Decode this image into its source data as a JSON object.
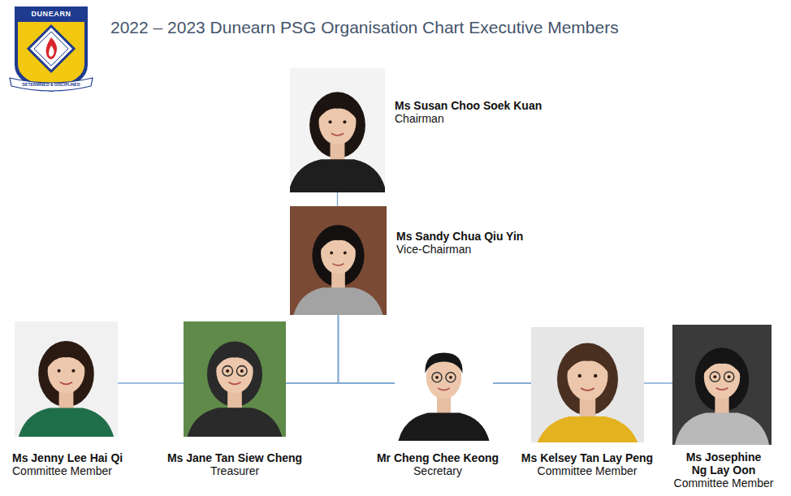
{
  "diagram": {
    "title": "2022 – 2023 Dunearn PSG Organisation Chart Executive Members",
    "nodes": [
      {
        "text": [
          "Ms Susan Choo Soek Kuan",
          "Chairman"
        ]
      },
      {
        "text": [
          "Ms Sandy Chua Qiu Yin",
          "Vice-Chairman"
        ]
      },
      {
        "text": [
          "Ms Jenny Lee Hai Qi",
          "Committee Member"
        ]
      },
      {
        "text": [
          "Ms Jane Tan Siew Cheng",
          "Treasurer"
        ]
      },
      {
        "text": [
          "Mr Cheng Chee Keong",
          "Secretary"
        ]
      },
      {
        "text": [
          "Ms Kelsey Tan Lay Peng",
          "Committee Member"
        ]
      },
      {
        "text": [
          "Ms Josephine Ng Lay Oon",
          "Committee Member"
        ]
      }
    ],
    "edges": [
      {
        "from": 0,
        "to": 1,
        "arrow": "none"
      },
      {
        "from": 1,
        "to": 2,
        "arrow": "none"
      },
      {
        "from": 1,
        "to": 3,
        "arrow": "none"
      },
      {
        "from": 1,
        "to": 4,
        "arrow": "none"
      },
      {
        "from": 1,
        "to": 5,
        "arrow": "none"
      },
      {
        "from": 1,
        "to": 6,
        "arrow": "none"
      }
    ],
    "labels": [
      "DUNEARN",
      "DETERMINED & DISCIPLINED"
    ]
  }
}
